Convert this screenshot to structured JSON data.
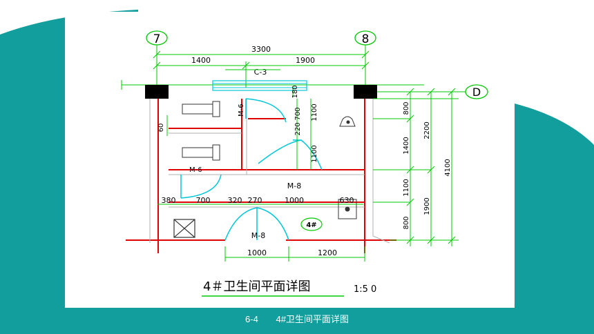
{
  "colors": {
    "teal": "#139E9E",
    "dim_green": "#00C800",
    "wall_red": "#E00000",
    "door_cyan": "#00C8D8",
    "fixture_gray": "#B0B0B0",
    "ink": "#000000",
    "caption_text": "#ffffff"
  },
  "grid": {
    "axis_7": "7",
    "axis_8": "8",
    "axis_d": "D"
  },
  "dims_top": {
    "overall": "3300",
    "left": "1400",
    "right": "1900"
  },
  "window_label": "C-3",
  "dims_mid": [
    "380",
    "700",
    "320",
    "270",
    "1000",
    "630"
  ],
  "dims_bottom": [
    "1000",
    "1200"
  ],
  "dims_inner": {
    "w180": "180",
    "h700": "700",
    "h220": "220",
    "h1100_a": "1100",
    "h1100_b": "1100",
    "h60": "60"
  },
  "dims_right_col1": [
    "800",
    "1400",
    "1100",
    "800"
  ],
  "dims_right_col2": [
    "2200",
    "1900"
  ],
  "dims_right_overall": "4100",
  "door_labels": {
    "m6_vertical": "M-6",
    "m6": "M-6",
    "m8_middle": "M-8",
    "m8_bottom": "M-8"
  },
  "room_tag": "4#",
  "drawing_title": "4＃卫生间平面详图",
  "drawing_scale": "1:5 0",
  "caption": {
    "number": "6-4",
    "text": "4#卫生间平面详图"
  }
}
